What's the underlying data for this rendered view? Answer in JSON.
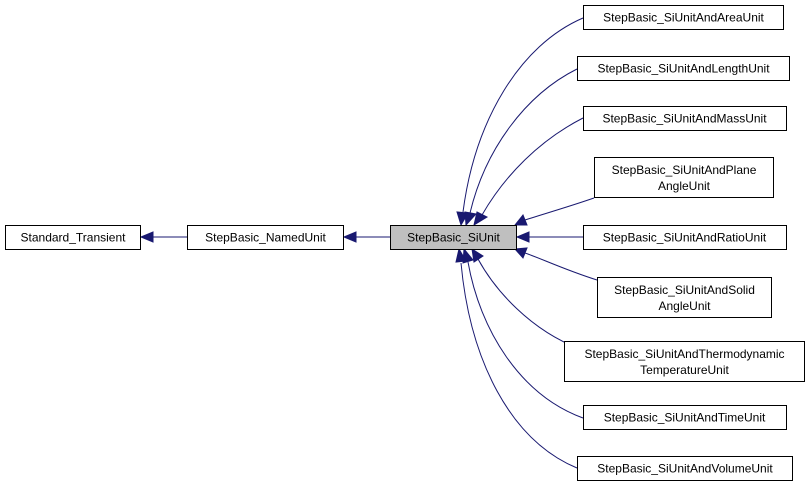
{
  "diagram": {
    "nodes": {
      "standard_transient": "Standard_Transient",
      "named_unit": "StepBasic_NamedUnit",
      "si_unit": "StepBasic_SiUnit",
      "area": "StepBasic_SiUnitAndAreaUnit",
      "length": "StepBasic_SiUnitAndLengthUnit",
      "mass": "StepBasic_SiUnitAndMassUnit",
      "plane_angle": [
        "StepBasic_SiUnitAndPlane",
        "AngleUnit"
      ],
      "ratio": "StepBasic_SiUnitAndRatioUnit",
      "solid_angle": [
        "StepBasic_SiUnitAndSolid",
        "AngleUnit"
      ],
      "thermodynamic": [
        "StepBasic_SiUnitAndThermodynamic",
        "TemperatureUnit"
      ],
      "time": "StepBasic_SiUnitAndTimeUnit",
      "volume": "StepBasic_SiUnitAndVolumeUnit"
    },
    "highlighted": "si_unit",
    "edge_color": "#191970"
  }
}
